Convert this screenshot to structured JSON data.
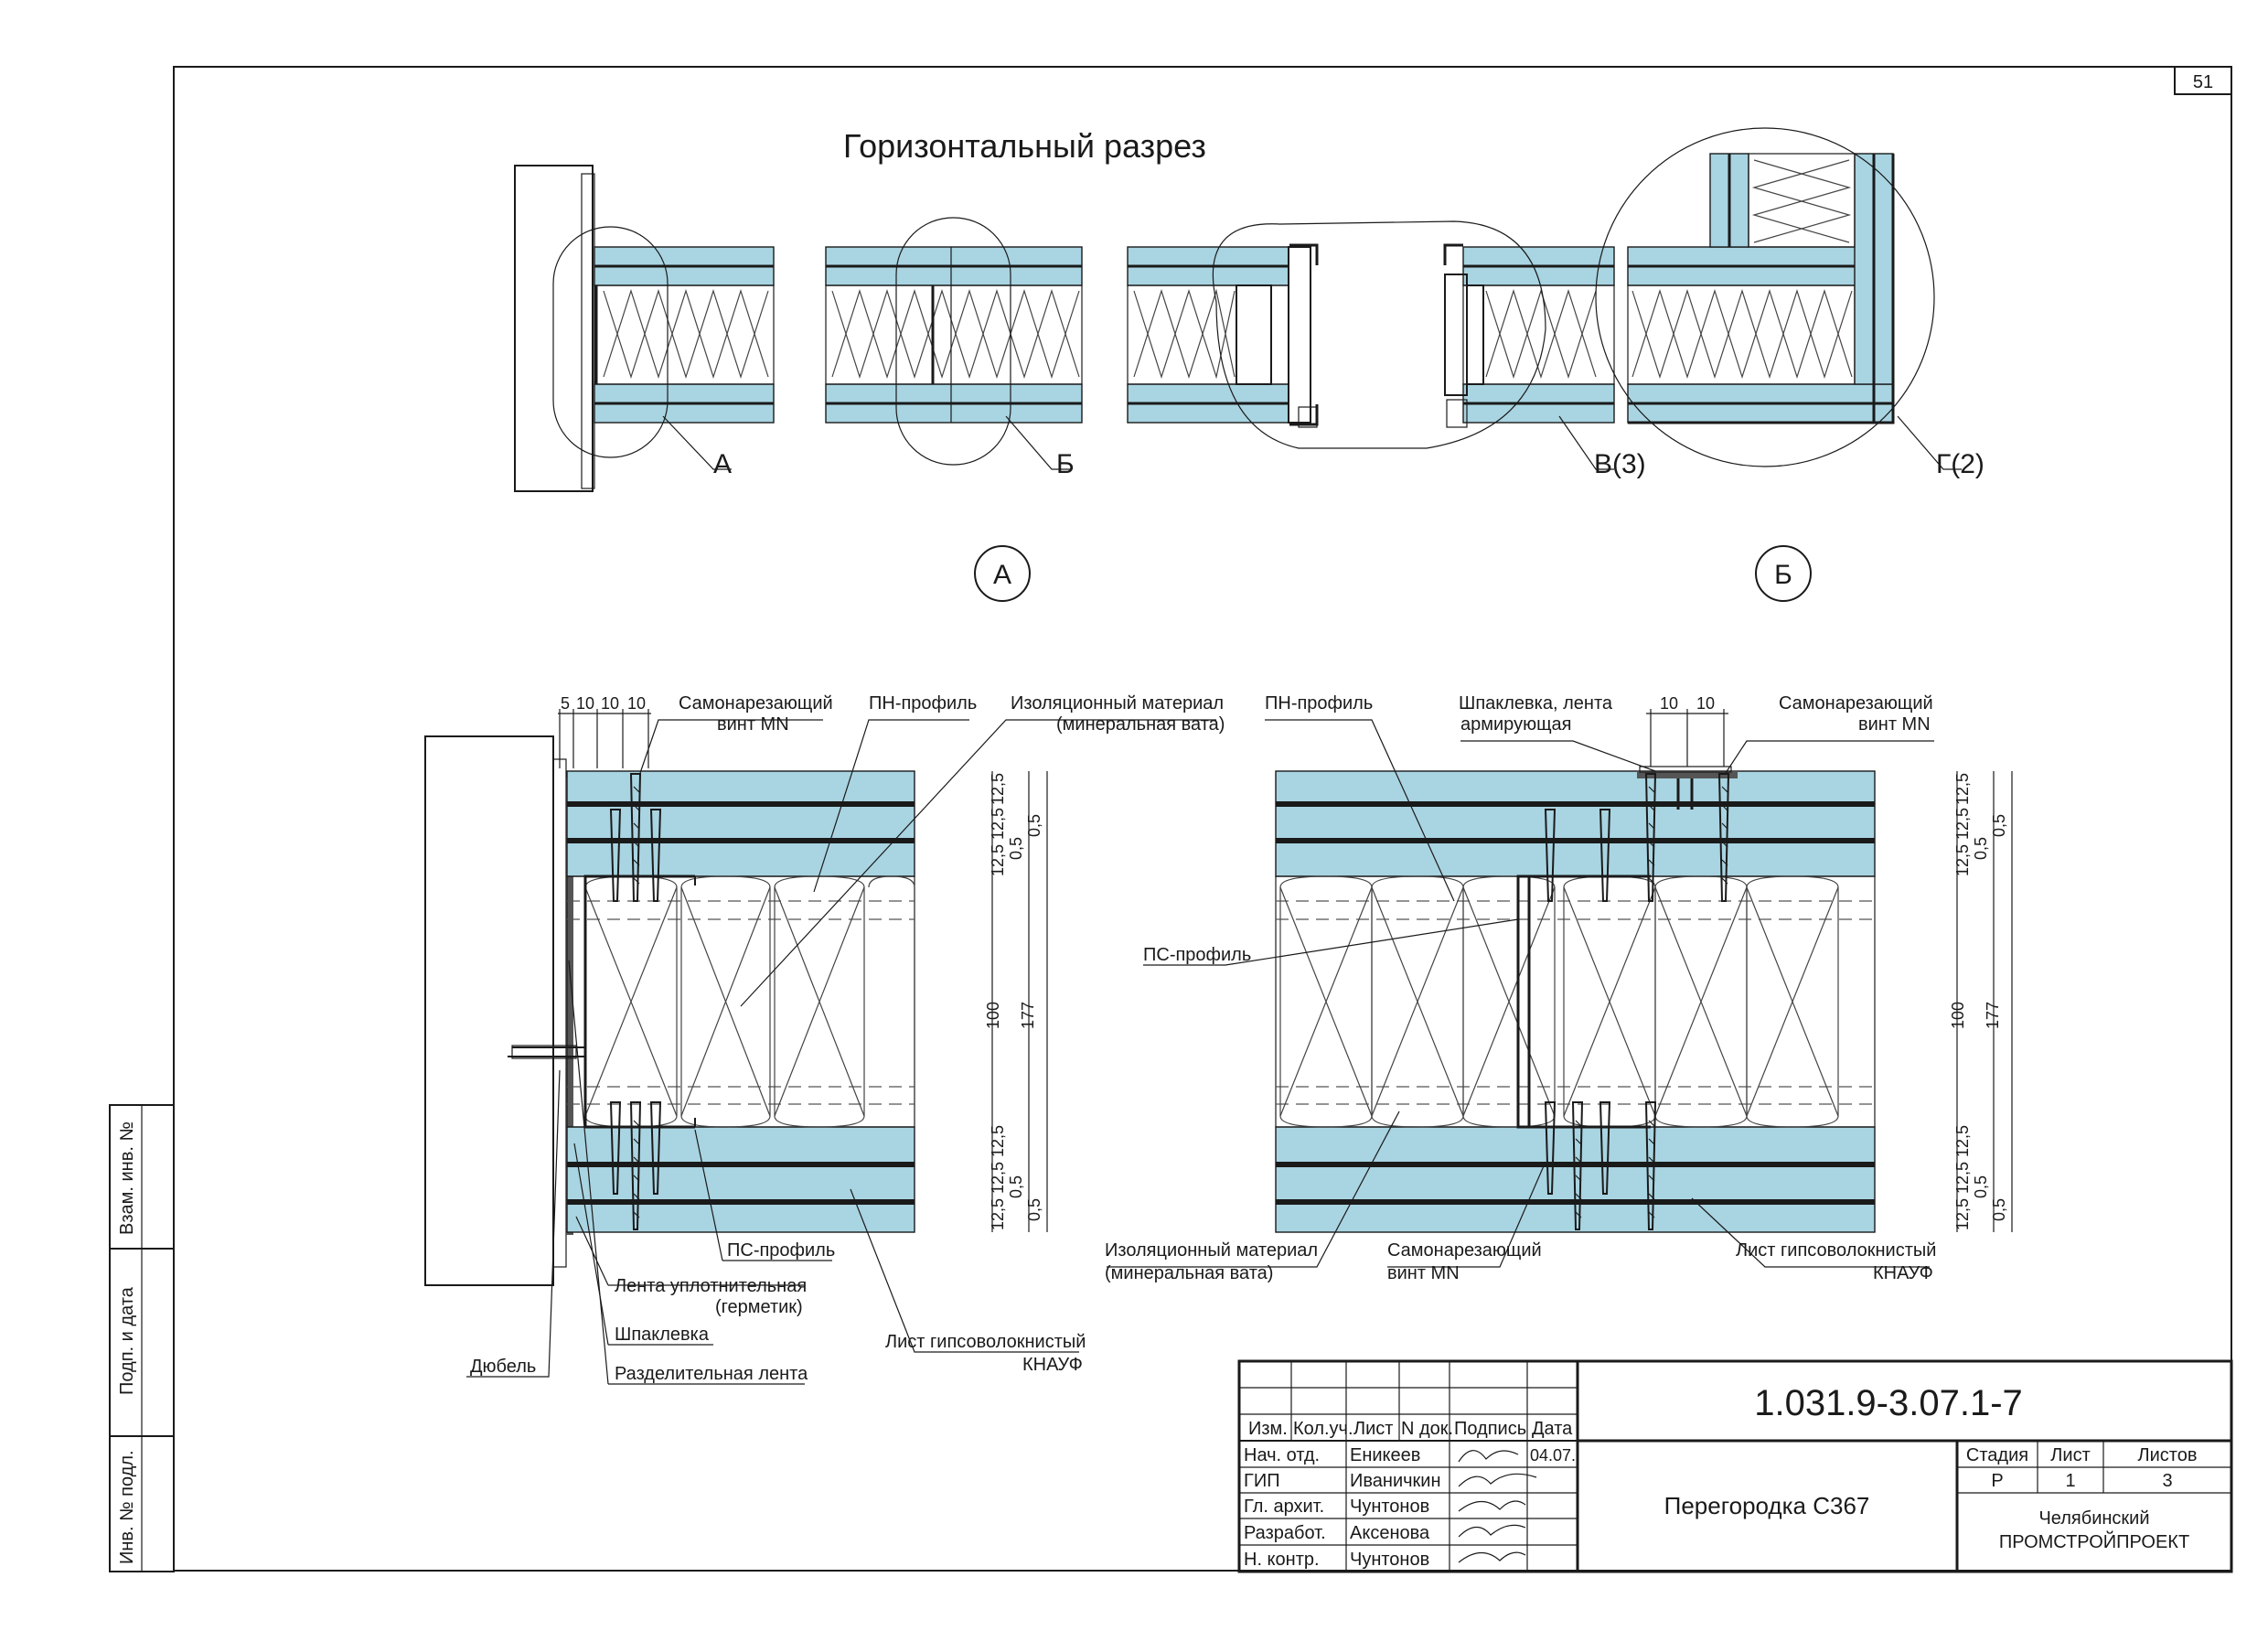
{
  "sheet": {
    "sheet_number": "51",
    "section_title": "Горизонтальный разрез",
    "callouts": {
      "a": "А",
      "b": "Б",
      "v": "В(3)",
      "g": "Г(2)"
    },
    "detail_marks": {
      "a": "А",
      "b": "Б"
    }
  },
  "detail_a": {
    "labels": {
      "screw_1": "Самонарезающий",
      "screw_2": "винт MN",
      "pn_profile": "ПН-профиль",
      "insulation_1": "Изоляционный материал",
      "insulation_2": "(минеральная вата)",
      "ps_profile": "ПС-профиль",
      "sealing_tape_1": "Лента уплотнительная",
      "sealing_tape_2": "(герметик)",
      "putty": "Шпаклевка",
      "separating_tape": "Разделительная лента",
      "dowel": "Дюбель",
      "gypsum_sheet_1": "Лист гипсоволокнистый",
      "gypsum_sheet_2": "КНАУФ"
    },
    "dimensions": {
      "top": [
        "5",
        "10",
        "10",
        "10"
      ],
      "right": [
        "12,5",
        "12,5",
        "12,5",
        "0,5",
        "0,5",
        "100",
        "177",
        "12,5",
        "12,5",
        "12,5",
        "0,5",
        "0,5"
      ]
    }
  },
  "detail_b": {
    "labels": {
      "pn_profile": "ПН-профиль",
      "putty_tape_1": "Шпаклевка, лента",
      "putty_tape_2": "армирующая",
      "screw_1": "Самонарезающий",
      "screw_2": "винт MN",
      "ps_profile": "ПС-профиль",
      "insulation_1": "Изоляционный материал",
      "insulation_2": "(минеральная вата)",
      "screw_b_1": "Самонарезающий",
      "screw_b_2": "винт MN",
      "gypsum_sheet_1": "Лист гипсоволокнистый",
      "gypsum_sheet_2": "КНАУФ"
    },
    "dimensions": {
      "top": [
        "10",
        "10"
      ],
      "right": [
        "12,5",
        "12,5",
        "12,5",
        "0,5",
        "0,5",
        "100",
        "177",
        "12,5",
        "12,5",
        "12,5",
        "0,5",
        "0,5"
      ]
    }
  },
  "side_stamp": {
    "exchange_no": "Взам. инв. №",
    "signature_date": "Подп. и дата",
    "original_no": "Инв. № подл."
  },
  "title_block": {
    "headers": [
      "Изм.",
      "Кол.уч.",
      "Лист",
      "N док.",
      "Подпись",
      "Дата"
    ],
    "rows": [
      {
        "role": "Нач. отд.",
        "name": "Еникеев",
        "date": "04.07."
      },
      {
        "role": "ГИП",
        "name": "Иваничкин",
        "date": ""
      },
      {
        "role": "Гл. архит.",
        "name": "Чунтонов",
        "date": ""
      },
      {
        "role": "Разработ.",
        "name": "Аксенова",
        "date": ""
      },
      {
        "role": "Н. контр.",
        "name": "Чунтонов",
        "date": ""
      }
    ],
    "doc_code": "1.031.9-3.07.1-7",
    "doc_name": "Перегородка С367",
    "stage_header": "Стадия",
    "sheet_header": "Лист",
    "sheets_header": "Листов",
    "stage": "Р",
    "sheet": "1",
    "sheets": "3",
    "organization_1": "Челябинский",
    "organization_2": "ПРОМСТРОЙПРОЕКТ"
  }
}
